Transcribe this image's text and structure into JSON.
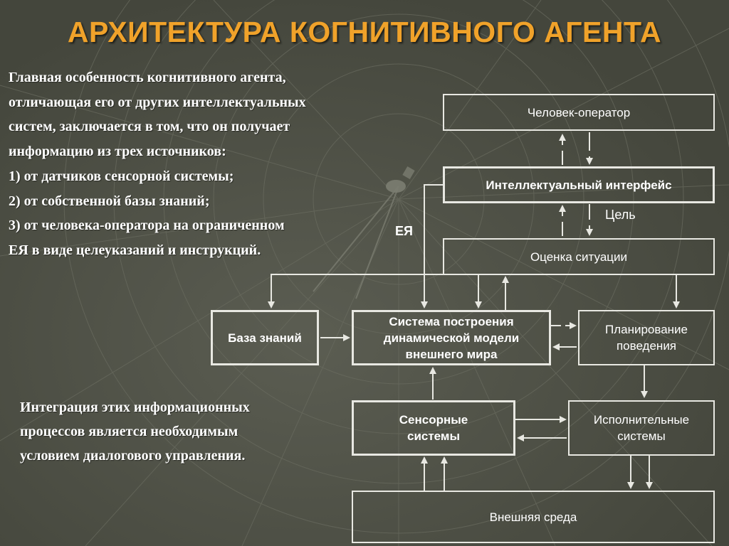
{
  "title": "АРХИТЕКТУРА КОГНИТИВНОГО АГЕНТА",
  "colors": {
    "title": "#f0a22a",
    "text": "#ffffff",
    "background": "#4a4c42",
    "line": "#e8e8e2"
  },
  "intro_lines": [
    "Главная особенность когнитивного агента,",
    "отличающая его от других интеллектуальных",
    "систем, заключается в том, что он получает",
    "информацию из трех источников:",
    "1) от датчиков сенсорной системы;",
    "2) от собственной базы знаний;",
    "3) от человека-оператора на ограниченном",
    "ЕЯ в виде целеуказаний и инструкций."
  ],
  "conclusion_lines": [
    "Интеграция этих информационных",
    "процессов является необходимым",
    "условием диалогового управления."
  ],
  "boxes": {
    "operator": [
      "Человек-оператор"
    ],
    "interface": [
      "Интеллектуальный интерфейс"
    ],
    "situation": [
      "Оценка ситуации"
    ],
    "knowledge": [
      "База знаний"
    ],
    "model": [
      "Система построения",
      "динамической модели",
      "внешнего мира"
    ],
    "planning": [
      "Планирование",
      "поведения"
    ],
    "sensors": [
      "Сенсорные",
      "системы"
    ],
    "executive": [
      "Исполнительные",
      "системы"
    ],
    "environment": [
      "Внешняя среда"
    ]
  },
  "labels": {
    "goal": "Цель",
    "ey": "ЕЯ"
  }
}
